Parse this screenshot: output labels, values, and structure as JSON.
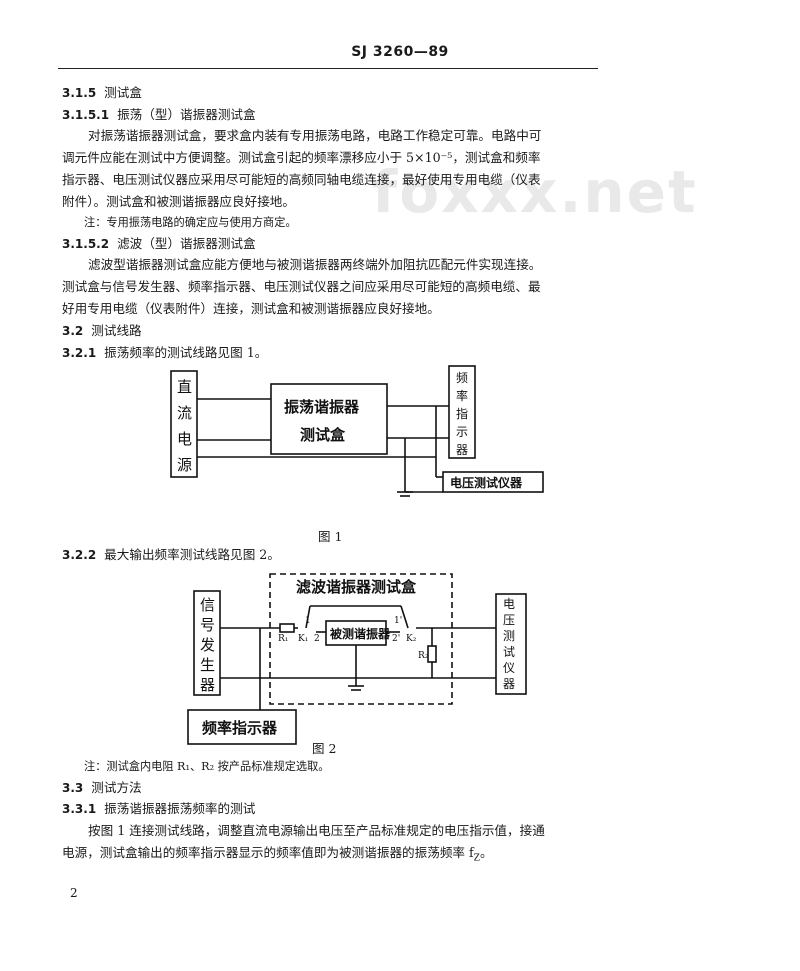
{
  "header": {
    "title": "SJ 3260—89"
  },
  "watermark": "foxxx.net",
  "sections": {
    "s315": {
      "num": "3.1.5",
      "title": "测试盒"
    },
    "s3151": {
      "num": "3.1.5.1",
      "title": "振荡（型）谐振器测试盒"
    },
    "p3151": [
      "对振荡谐振器测试盒，要求盒内装有专用振荡电路，电路工作稳定可靠。电路中可",
      "调元件应能在测试中方便调整。测试盒引起的频率漂移应小于 5×10⁻⁵，测试盒和频率",
      "指示器、电压测试仪器应采用尽可能短的高频同轴电缆连接，最好使用专用电缆（仪表",
      "附件）。测试盒和被测谐振器应良好接地。"
    ],
    "note1": "注：专用振荡电路的确定应与使用方商定。",
    "s3152": {
      "num": "3.1.5.2",
      "title": "滤波（型）谐振器测试盒"
    },
    "p3152": [
      "滤波型谐振器测试盒应能方便地与被测谐振器两终端外加阻抗匹配元件实现连接。",
      "测试盒与信号发生器、频率指示器、电压测试仪器之间应采用尽可能短的高频电缆、最",
      "好用专用电缆（仪表附件）连接，测试盒和被测谐振器应良好接地。"
    ],
    "s32": {
      "num": "3.2",
      "title": "测试线路"
    },
    "s321": {
      "num": "3.2.1",
      "text": "振荡频率的测试线路见图 1。"
    },
    "s322": {
      "num": "3.2.2",
      "text": "最大输出频率测试线路见图 2。"
    },
    "note2": "注：测试盒内电阻 R₁、R₂ 按产品标准规定选取。",
    "s33": {
      "num": "3.3",
      "title": "测试方法"
    },
    "s331": {
      "num": "3.3.1",
      "title": "振荡谐振器振荡频率的测试"
    },
    "p331": [
      "按图 1 连接测试线路，调整直流电源输出电压至产品标准规定的电压指示值，接通",
      "电源，测试盒输出的频率指示器显示的频率值即为被测谐振器的振荡频率 f",
      "Z",
      "。"
    ]
  },
  "fig1": {
    "caption": "图 1",
    "dc_source": [
      "直",
      "流",
      "电",
      "源"
    ],
    "osc_box": [
      "振荡谐振器",
      "测试盒"
    ],
    "freq_indicator": [
      "频",
      "率",
      "指",
      "示",
      "器"
    ],
    "voltmeter": "电压测试仪器"
  },
  "fig2": {
    "caption": "图 2",
    "box_title": "滤波谐振器测试盒",
    "sig_gen": [
      "信",
      "号",
      "发",
      "生",
      "器"
    ],
    "dut": "被测谐振器",
    "voltmeter": [
      "电",
      "压",
      "测",
      "试",
      "仪",
      "器"
    ],
    "freq_indicator": "频率指示器",
    "r1": "R₁",
    "r2": "R₂",
    "k1": "K₁",
    "k2": "K₂",
    "t1": "1",
    "t2": "2",
    "t1p": "1'",
    "t2p": "2'"
  },
  "page_number": "2"
}
